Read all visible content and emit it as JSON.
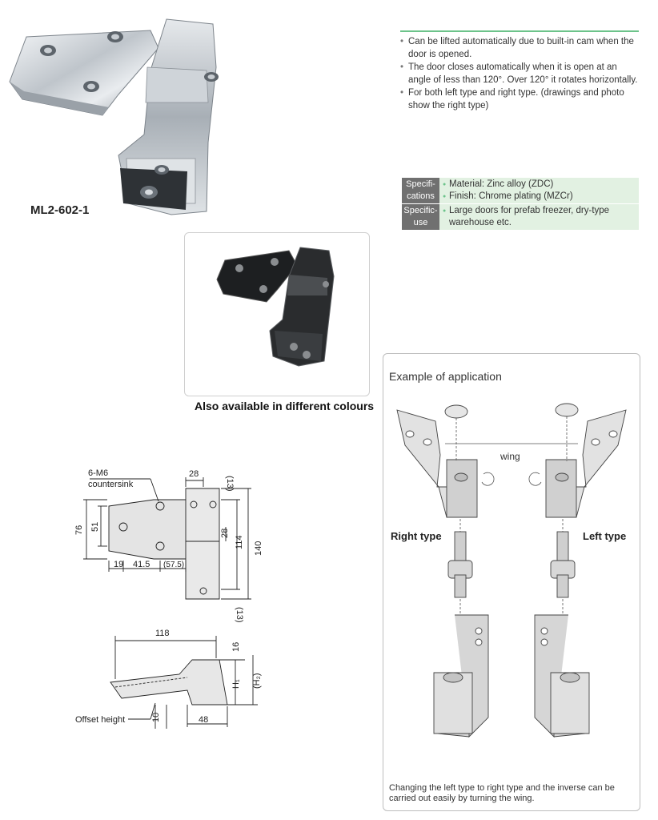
{
  "product": {
    "model": "ML2-602-1",
    "colour_caption": "Also available in different colours"
  },
  "features": [
    "Can be lifted automatically due to built-in cam when the door is opened.",
    "The door closes automatically when it is open at an angle of less than 120°. Over 120° it rotates horizontally.",
    "For both left type and right type. (drawings and photo show the right type)"
  ],
  "specs": [
    {
      "heading": [
        "Specifi-",
        "cations"
      ],
      "items": [
        "Material: Zinc alloy (ZDC)",
        "Finish: Chrome plating (MZCr)"
      ]
    },
    {
      "heading": [
        "Specific-",
        "use"
      ],
      "items": [
        "Large doors for prefab freezer, dry-type warehouse etc."
      ]
    }
  ],
  "application": {
    "title": "Example of application",
    "wing_label": "wing",
    "right_label": "Right type",
    "left_label": "Left type",
    "note": "Changing the left type to right type and the inverse can be carried out easily by turning the wing."
  },
  "drawing": {
    "countersink_1": "6-M6",
    "countersink_2": "countersink",
    "d_28_top": "28",
    "d_13_top": "(13)",
    "d_76": "76",
    "d_51": "51",
    "d_28_side": "28",
    "d_114": "114",
    "d_140": "140",
    "d_19": "19",
    "d_41_5": "41.5",
    "d_57_5": "(57.5)",
    "d_13_bottom": "(13)",
    "d_118": "118",
    "d_16": "16",
    "d_h1": "H₁",
    "d_h2": "(H₂)",
    "d_10": "10",
    "d_48": "48",
    "offset_height": "Offset height"
  }
}
